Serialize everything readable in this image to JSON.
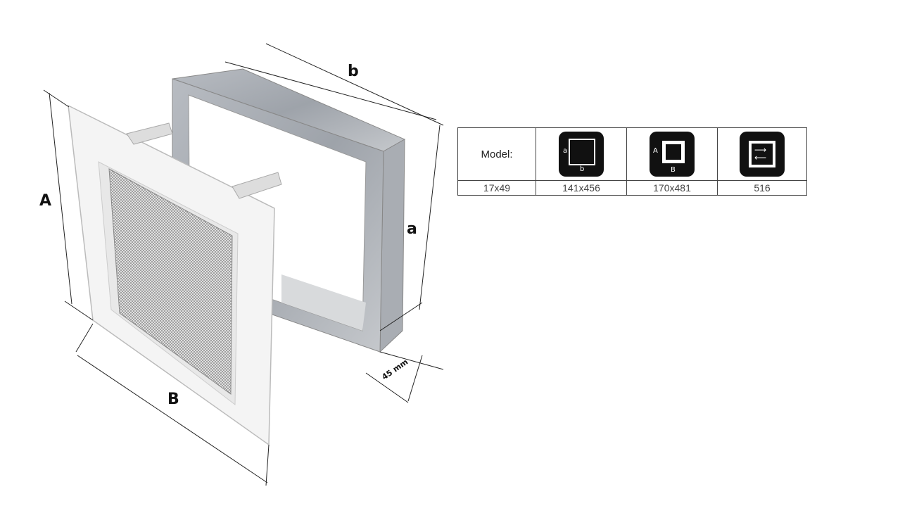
{
  "diagram": {
    "labels": {
      "A": "A",
      "B": "B",
      "a": "a",
      "b": "b",
      "depth": "45 mm"
    }
  },
  "spec_table": {
    "header_label": "Model:",
    "icons": [
      {
        "name": "inner-dimension-icon",
        "side_label": "a",
        "bottom_label": "b"
      },
      {
        "name": "outer-dimension-icon",
        "side_label": "A",
        "bottom_label": "B"
      },
      {
        "name": "airflow-area-icon"
      }
    ],
    "values": [
      "17x49",
      "141x456",
      "170x481",
      "516"
    ]
  }
}
